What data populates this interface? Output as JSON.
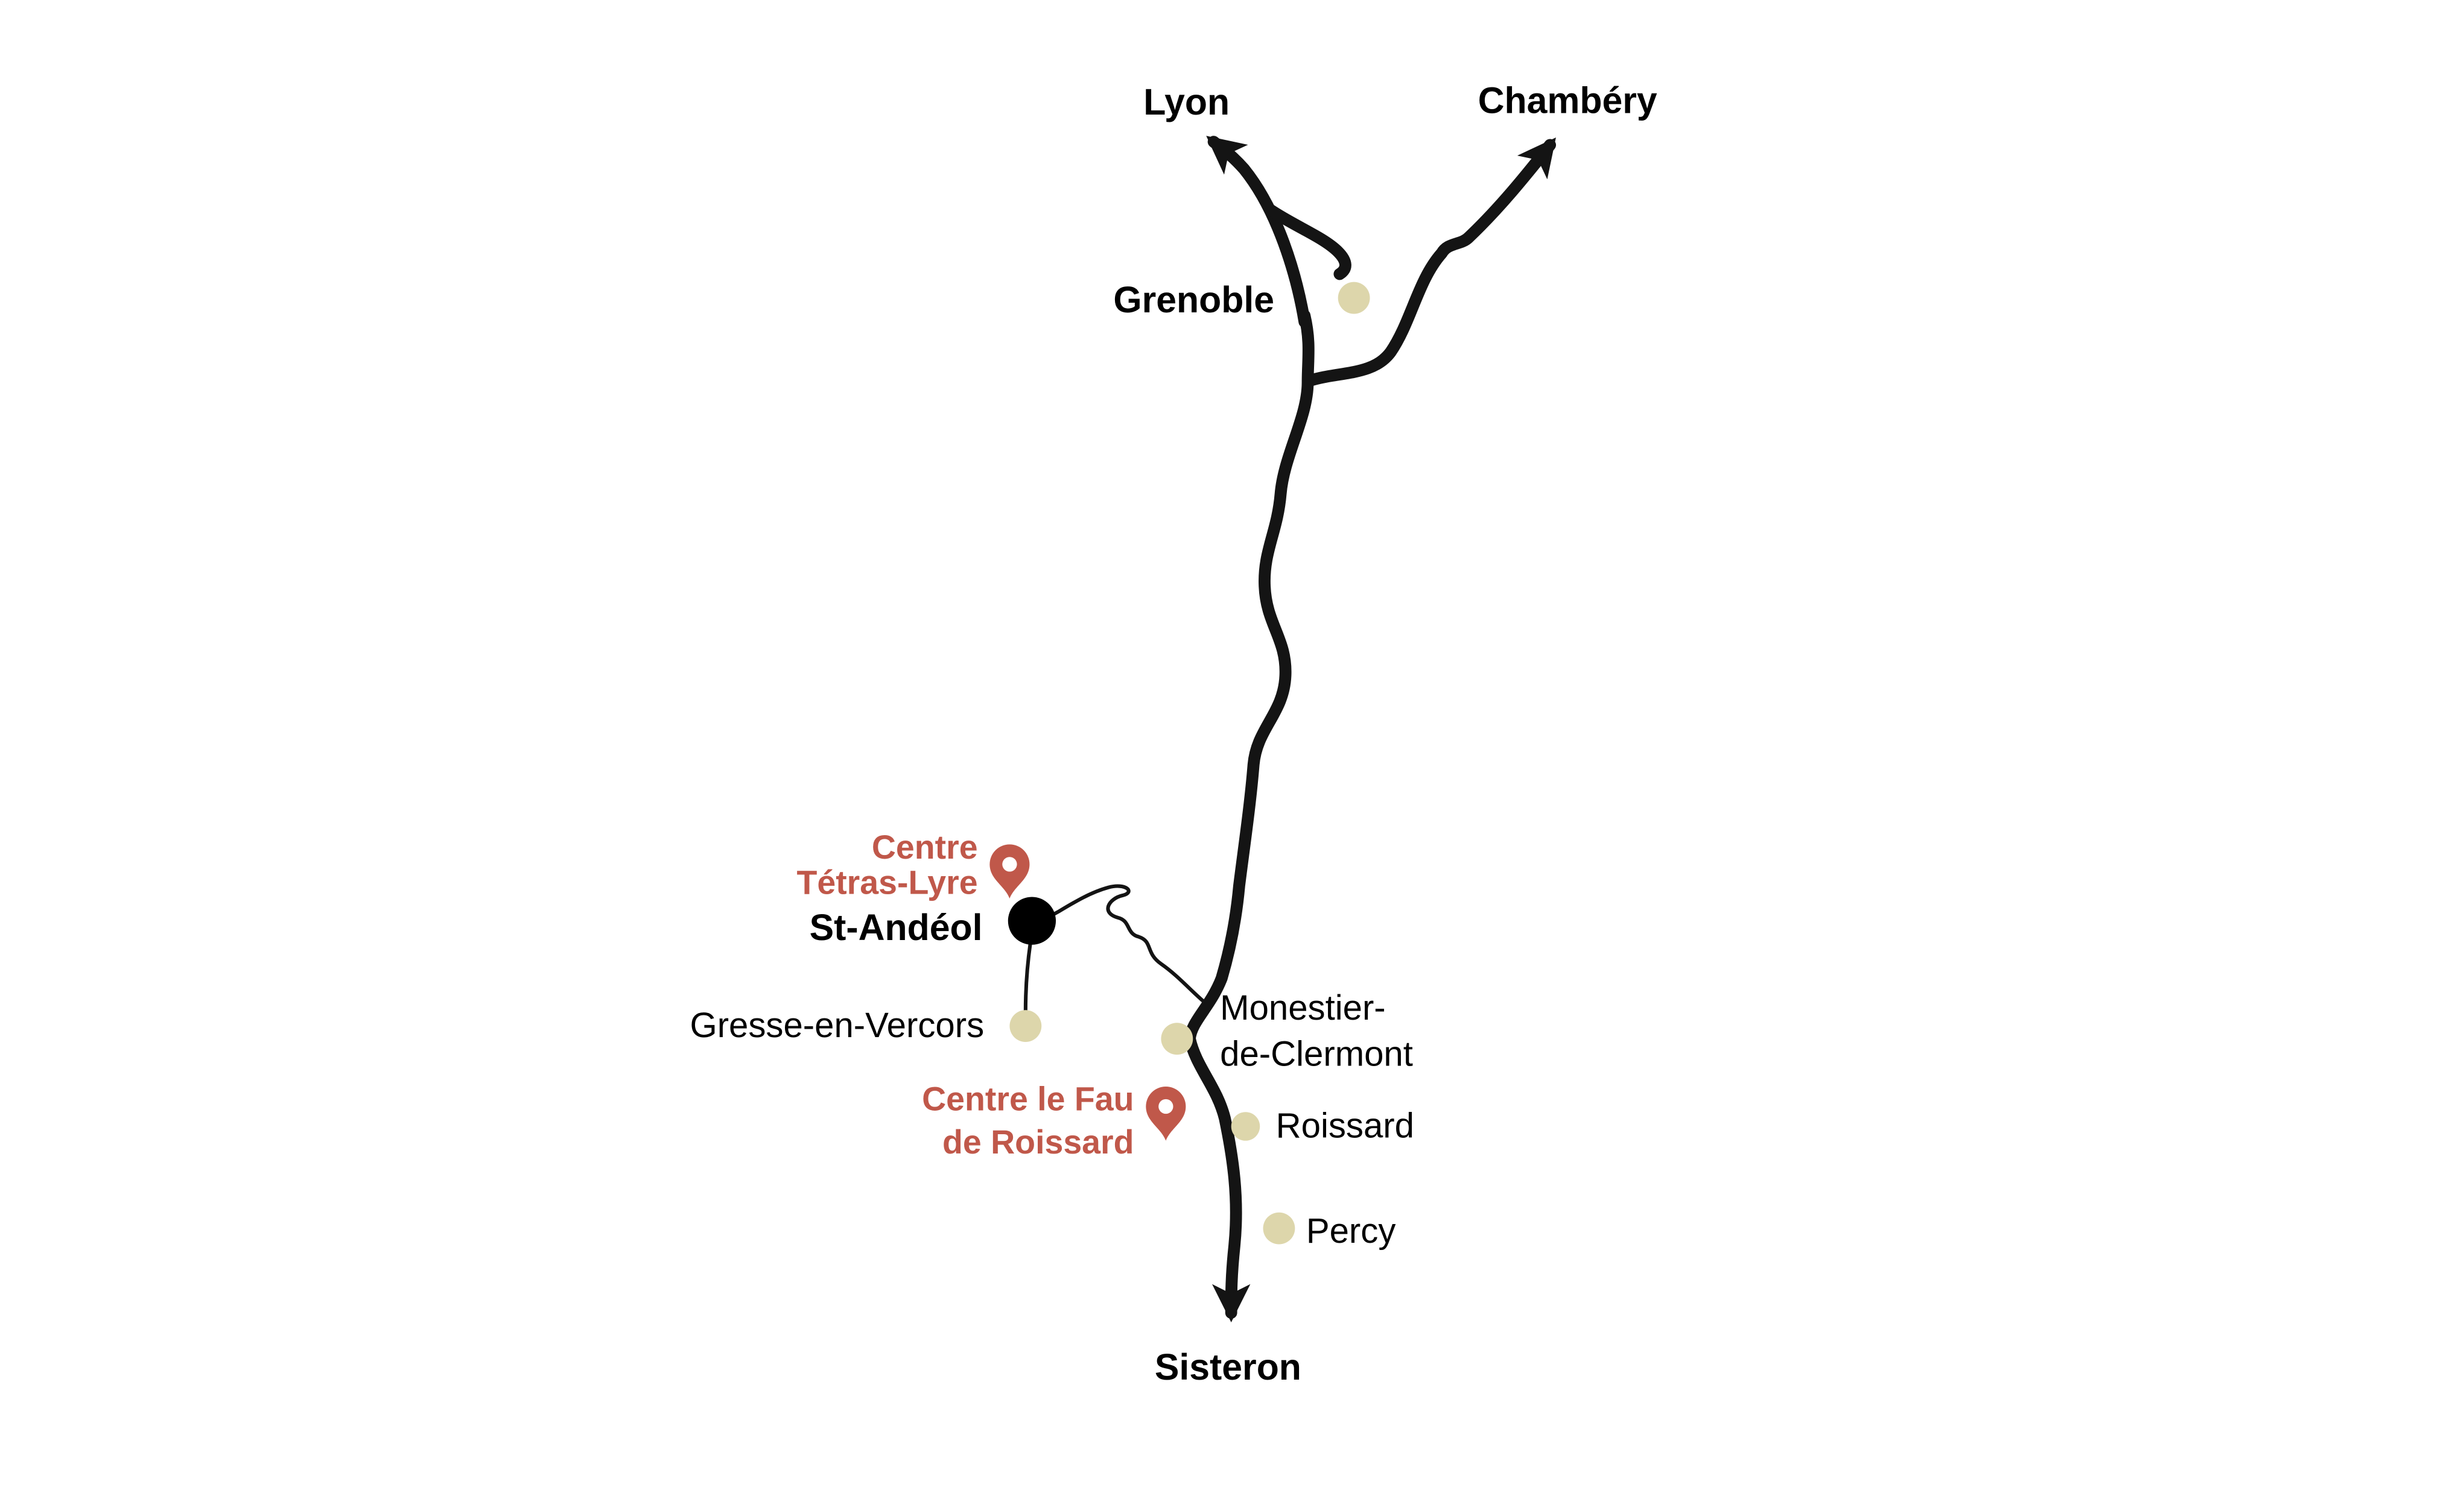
{
  "map": {
    "labels": {
      "lyon": "Lyon",
      "chambery": "Chambéry",
      "grenoble": "Grenoble",
      "st_andeol": "St-Andéol",
      "gresse": "Gresse-en-Vercors",
      "monestier_line1": "Monestier-",
      "monestier_line2": "de-Clermont",
      "roissard": "Roissard",
      "percy": "Percy",
      "sisteron": "Sisteron",
      "centre_tetras_line1": "Centre",
      "centre_tetras_line2": "Tétras-Lyre",
      "centre_fau_line1": "Centre le Fau",
      "centre_fau_line2": "de Roissard"
    },
    "colors": {
      "road": "#141414",
      "town_dot": "#ddd6ab",
      "highlight_dot": "#000000",
      "center_accent": "#c0584a",
      "label_text": "#000000",
      "background": "#ffffff"
    },
    "places": [
      {
        "name": "Lyon",
        "type": "destination-arrow"
      },
      {
        "name": "Chambéry",
        "type": "destination-arrow"
      },
      {
        "name": "Grenoble",
        "type": "town-dot"
      },
      {
        "name": "St-Andéol",
        "type": "highlight-dot"
      },
      {
        "name": "Gresse-en-Vercors",
        "type": "town-dot"
      },
      {
        "name": "Monestier-de-Clermont",
        "type": "town-dot"
      },
      {
        "name": "Roissard",
        "type": "town-dot"
      },
      {
        "name": "Percy",
        "type": "town-dot"
      },
      {
        "name": "Sisteron",
        "type": "destination-arrow"
      }
    ],
    "centers": [
      {
        "name": "Centre Tétras-Lyre"
      },
      {
        "name": "Centre le Fau de Roissard"
      }
    ]
  }
}
